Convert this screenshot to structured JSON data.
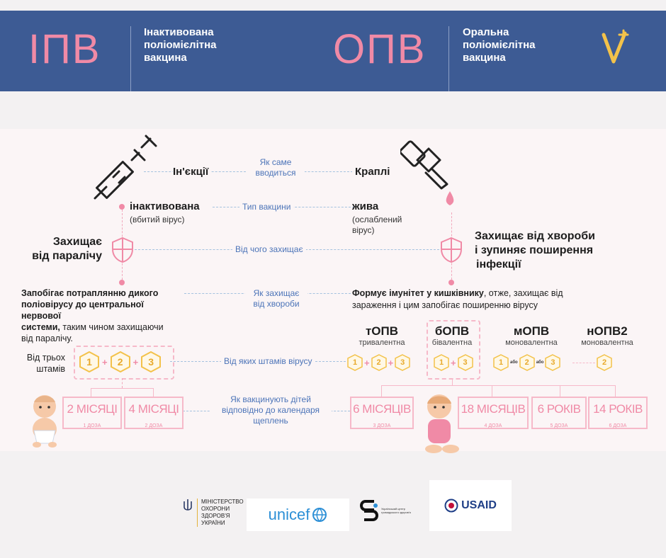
{
  "header": {
    "ipv_abbr": "ІПВ",
    "ipv_desc_1": "Інактивована",
    "ipv_desc_2": "поліомієлітна",
    "ipv_desc_3": "вакцина",
    "opv_abbr": "ОПВ",
    "opv_desc_1": "Оральна",
    "opv_desc_2": "поліомієлітна",
    "opv_desc_3": "вакцина",
    "brand_logo": "V-check-logo"
  },
  "rows": {
    "admin": {
      "label_1": "Як саме",
      "label_2": "вводиться",
      "ipv": "Ін'єкції",
      "opv": "Краплі"
    },
    "type": {
      "label": "Тип вакцини",
      "ipv": "інактивована",
      "ipv_sub": "(вбитий вірус)",
      "opv": "жива",
      "opv_sub_1": "(ослаблений",
      "opv_sub_2": "вірус)"
    },
    "protects": {
      "label": "Від чого захищає",
      "ipv_1": "Захищає",
      "ipv_2": "від паралічу",
      "opv_1": "Захищає від хвороби",
      "opv_2": "і зупиняє поширення",
      "opv_3": "інфекції"
    },
    "how": {
      "label_1": "Як захищає",
      "label_2": "від хвороби",
      "ipv_bold_1": "Запобігає потраплянню дикого",
      "ipv_bold_2": "поліовірусу до центральної нервової",
      "ipv_bold_3": "системи,",
      "ipv_rest_3": " таким чином захищаючи",
      "ipv_rest_4": "від паралічу.",
      "opv_bold_1": "Формує імунітет у кишківнику",
      "opv_rest_1": ", отже, захищає від",
      "opv_rest_2": "зараження і цим запобігає поширенню вірусу"
    },
    "strains": {
      "label": "Від яких штамів вірусу",
      "ipv_label_1": "Від трьох",
      "ipv_label_2": "штамів",
      "ipv_nums": [
        "1",
        "2",
        "3"
      ],
      "plus": "+",
      "or": "або",
      "variants": [
        {
          "name": "тОПВ",
          "sub": "тривалентна",
          "nums": [
            "1",
            "2",
            "3"
          ]
        },
        {
          "name": "бОПВ",
          "sub": "бівалентна",
          "nums": [
            "1",
            "3"
          ]
        },
        {
          "name": "мОПВ",
          "sub": "моновалентна",
          "nums": [
            "1",
            "2",
            "3"
          ]
        },
        {
          "name": "нОПВ2",
          "sub": "моновалентна",
          "nums": [
            "2"
          ]
        }
      ]
    },
    "schedule": {
      "label_1": "Як вакцинують дітей",
      "label_2": "відповідно до календаря",
      "label_3": "щеплень",
      "ipv_doses": [
        {
          "age": "2 МІСЯЦІ",
          "dose": "1 ДОЗА"
        },
        {
          "age": "4 МІСЯЦІ",
          "dose": "2 ДОЗА"
        }
      ],
      "opv_doses": [
        {
          "age": "6 МІСЯЦІВ",
          "dose": "3 ДОЗА"
        },
        {
          "age": "18 МІСЯЦІВ",
          "dose": "4 ДОЗА"
        },
        {
          "age": "6 РОКІВ",
          "dose": "5 ДОЗА"
        },
        {
          "age": "14 РОКІВ",
          "dose": "6 ДОЗА"
        }
      ]
    }
  },
  "footer": {
    "moh_1": "МІНІСТЕРСТВО",
    "moh_2": "ОХОРОНИ",
    "moh_3": "ЗДОРОВ'Я",
    "moh_4": "УКРАЇНИ",
    "unicef": "unicef",
    "cph_text": "Український центр громадського здоров'я",
    "usaid": "USAID"
  },
  "colors": {
    "navy": "#3d5b94",
    "pink": "#f08aa6",
    "blue_label": "#4c74b8",
    "panel": "#fbf5f6"
  }
}
